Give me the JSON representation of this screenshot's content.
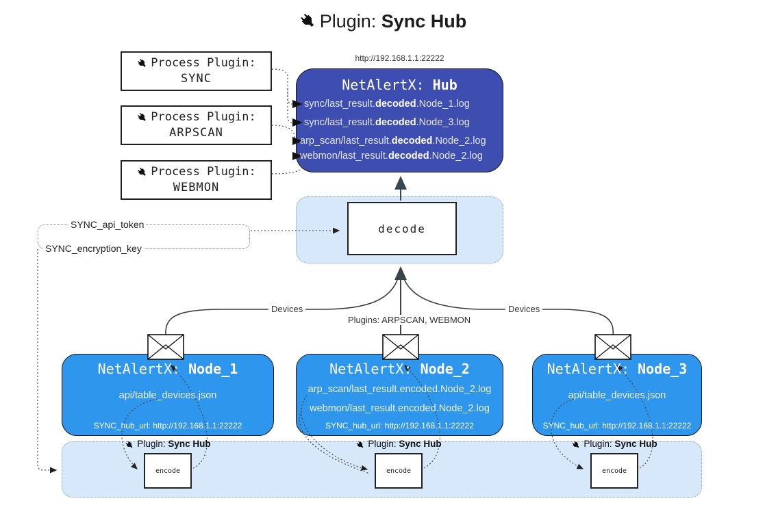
{
  "title": {
    "pre": "Plugin: ",
    "bold": "Sync Hub",
    "icon": "plug-icon"
  },
  "hub": {
    "url": "http://192.168.1.1:22222",
    "title_pre": "NetAlertX: ",
    "title_bold": "Hub",
    "items": [
      {
        "pre": "sync/last_result.",
        "bold": "decoded",
        "post": ".Node_1.log"
      },
      {
        "pre": "sync/last_result.",
        "bold": "decoded",
        "post": ".Node_3.log"
      },
      {
        "pre": "arp_scan/last_result.",
        "bold": "decoded",
        "post": ".Node_2.log"
      },
      {
        "pre": "webmon/last_result.",
        "bold": "decoded",
        "post": ".Node_2.log"
      }
    ]
  },
  "process_plugins": [
    {
      "label": "Process Plugin:",
      "name": "SYNC"
    },
    {
      "label": "Process Plugin:",
      "name": "ARPSCAN"
    },
    {
      "label": "Process Plugin:",
      "name": "WEBMON"
    }
  ],
  "config": {
    "api_token": "SYNC_api_token",
    "encryption_key": "SYNC_encryption_key"
  },
  "operations": {
    "decode": "decode",
    "encode": "encode"
  },
  "edges": {
    "devices_left": "Devices",
    "plugins_mid": "Plugins: ARPSCAN, WEBMON",
    "devices_right": "Devices"
  },
  "nodes": [
    {
      "title_pre": "NetAlertX: ",
      "title_bold": "Node_1",
      "items": [
        "api/table_devices.json"
      ],
      "hub_url": "SYNC_hub_url: http://192.168.1.1:22222"
    },
    {
      "title_pre": "NetAlertX: ",
      "title_bold": "Node_2",
      "items": [
        "arp_scan/last_result.encoded.Node_2.log",
        "webmon/last_result.encoded.Node_2.log"
      ],
      "hub_url": "SYNC_hub_url: http://192.168.1.1:22222"
    },
    {
      "title_pre": "NetAlertX: ",
      "title_bold": "Node_3",
      "items": [
        "api/table_devices.json"
      ],
      "hub_url": "SYNC_hub_url: http://192.168.1.1:22222"
    }
  ],
  "encoders": [
    {
      "label_pre": "Plugin: ",
      "label_bold": "Sync Hub",
      "op": "encode"
    },
    {
      "label_pre": "Plugin: ",
      "label_bold": "Sync Hub",
      "op": "encode"
    },
    {
      "label_pre": "Plugin: ",
      "label_bold": "Sync Hub",
      "op": "encode"
    }
  ],
  "icons": {
    "plug": "plug-icon",
    "envelope": "envelope-icon"
  },
  "colors": {
    "hub_fill": "#3E4DB0",
    "node_fill": "#2E96EC",
    "zone_fill": "#D7E8FA",
    "zone_border": "#7C9CBF",
    "arrow_dark": "#37474F",
    "line": "#3D3D3D"
  }
}
